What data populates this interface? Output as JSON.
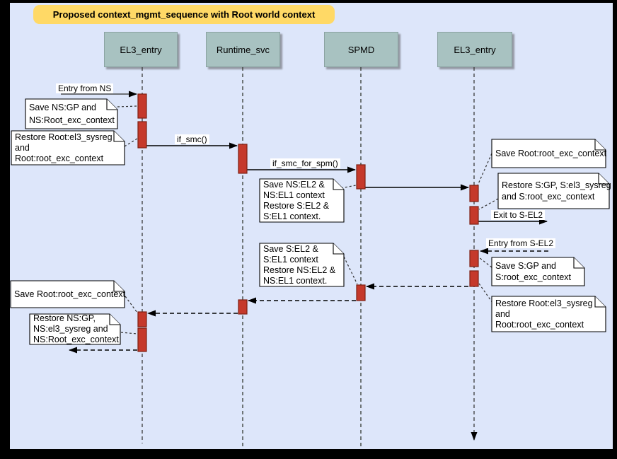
{
  "diagram": {
    "title": "Proposed context_mgmt_sequence with Root world context",
    "actors": [
      {
        "label": "EL3_entry"
      },
      {
        "label": "Runtime_svc"
      },
      {
        "label": "SPMD"
      },
      {
        "label": "EL3_entry"
      }
    ],
    "messages": {
      "entry_from_ns": "Entry from NS",
      "if_smc": "if_smc()",
      "if_smc_for_spm": "if_smc_for_spm()",
      "exit_to_s_el2": "Exit to S-EL2",
      "entry_from_s_el2": "Entry from S-EL2"
    },
    "notes": {
      "save_ns_gp": "Save NS:GP and\nNS:Root_exc_context",
      "restore_root_left_top": "Restore Root:el3_sysreg\nand\nRoot:root_exc_context",
      "save_ns_el2": "Save NS:EL2 &\nNS:EL1 context\nRestore S:EL2 &\nS:EL1 context.",
      "save_root_right": "Save Root:root_exc_context",
      "restore_s_gp": "Restore S:GP, S:el3_sysreg\nand S:root_exc_context",
      "save_s_gp": "Save S:GP and\nS:root_exc_context",
      "restore_root_right": "Restore Root:el3_sysreg\nand\nRoot:root_exc_context",
      "save_s_el2": "Save S:EL2 &\nS:EL1 context\nRestore NS:EL2 &\nNS:EL1 context.",
      "save_root_left": "Save Root:root_exc_context",
      "restore_ns_gp": "Restore NS:GP,\nNS:el3_sysreg and\nNS:Root_exc_context"
    },
    "colors": {
      "background": "#dde6fa",
      "title_bg": "#ffd966",
      "actor_fill": "#a8c2c1",
      "actor_border": "#8ba3a2",
      "activation_fill": "#c5392b",
      "activation_border": "#7e2013"
    }
  }
}
